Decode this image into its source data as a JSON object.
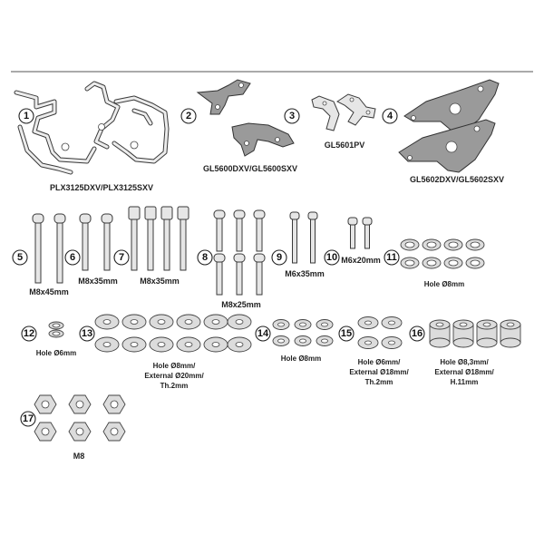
{
  "parts": [
    {
      "num": "1",
      "label": "PLX3125DXV/PLX3125SXV"
    },
    {
      "num": "2",
      "label": "GL5600DXV/GL5600SXV"
    },
    {
      "num": "3",
      "label": "GL5601PV"
    },
    {
      "num": "4",
      "label": "GL5602DXV/GL5602SXV"
    },
    {
      "num": "5",
      "label": "M8x45mm"
    },
    {
      "num": "6",
      "label": "M8x35mm"
    },
    {
      "num": "7",
      "label": "M8x35mm"
    },
    {
      "num": "8",
      "label": "M8x25mm"
    },
    {
      "num": "9",
      "label": "M6x35mm"
    },
    {
      "num": "10",
      "label": "M6x20mm"
    },
    {
      "num": "11",
      "label": "Hole Ø8mm"
    },
    {
      "num": "12",
      "label": "Hole Ø6mm"
    },
    {
      "num": "13",
      "lines": [
        "Hole Ø8mm/",
        "External Ø20mm/",
        "Th.2mm"
      ]
    },
    {
      "num": "14",
      "label": "Hole Ø8mm"
    },
    {
      "num": "15",
      "lines": [
        "Hole Ø6mm/",
        "External Ø18mm/",
        "Th.2mm"
      ]
    },
    {
      "num": "16",
      "lines": [
        "Hole Ø8,3mm/",
        "External Ø18mm/",
        "H.11mm"
      ]
    },
    {
      "num": "17",
      "label": "M8"
    }
  ],
  "colors": {
    "line": "#3a3a3a",
    "plate": "#9a9a9a",
    "part": "#e6e6e6",
    "divider": "#555555"
  }
}
